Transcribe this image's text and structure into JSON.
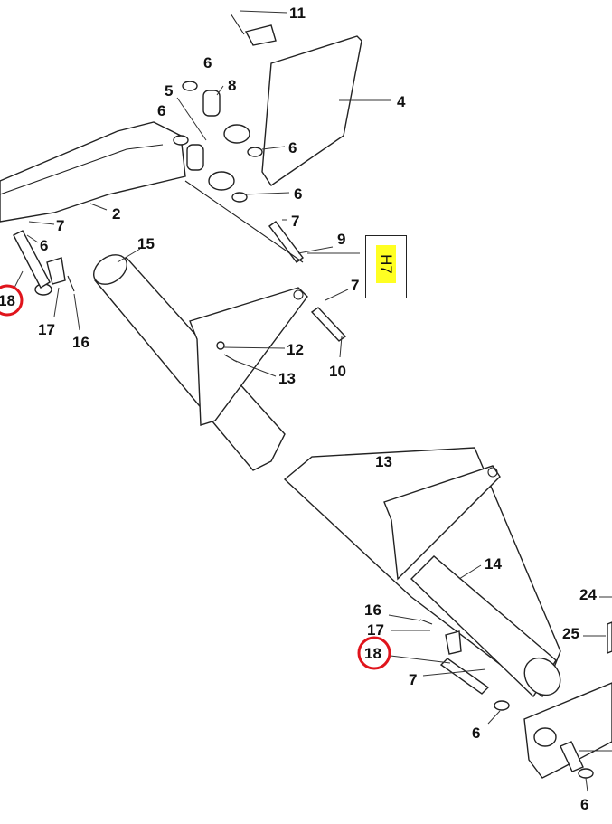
{
  "diagram": {
    "callouts": [
      {
        "id": "11",
        "label": "11"
      },
      {
        "id": "6a",
        "label": "6"
      },
      {
        "id": "8",
        "label": "8"
      },
      {
        "id": "5",
        "label": "5"
      },
      {
        "id": "4",
        "label": "4"
      },
      {
        "id": "6b",
        "label": "6"
      },
      {
        "id": "6c",
        "label": "6"
      },
      {
        "id": "2",
        "label": "2"
      },
      {
        "id": "6d",
        "label": "6"
      },
      {
        "id": "7a",
        "label": "7"
      },
      {
        "id": "7b",
        "label": "7"
      },
      {
        "id": "6e",
        "label": "6"
      },
      {
        "id": "9",
        "label": "9"
      },
      {
        "id": "15",
        "label": "15"
      },
      {
        "id": "7c",
        "label": "7"
      },
      {
        "id": "17a",
        "label": "17"
      },
      {
        "id": "16a",
        "label": "16"
      },
      {
        "id": "12",
        "label": "12"
      },
      {
        "id": "13a",
        "label": "13"
      },
      {
        "id": "10",
        "label": "10"
      },
      {
        "id": "13b",
        "label": "13"
      },
      {
        "id": "14",
        "label": "14"
      },
      {
        "id": "24",
        "label": "24"
      },
      {
        "id": "16b",
        "label": "16"
      },
      {
        "id": "17b",
        "label": "17"
      },
      {
        "id": "25",
        "label": "25"
      },
      {
        "id": "7d",
        "label": "7"
      },
      {
        "id": "6f",
        "label": "6"
      },
      {
        "id": "6g",
        "label": "6"
      }
    ],
    "highlighted": [
      {
        "label": "18"
      },
      {
        "label": "18"
      }
    ],
    "tolerance_note": "H7",
    "highlight_color": "#e0141c",
    "note_color": "#ffff22"
  }
}
